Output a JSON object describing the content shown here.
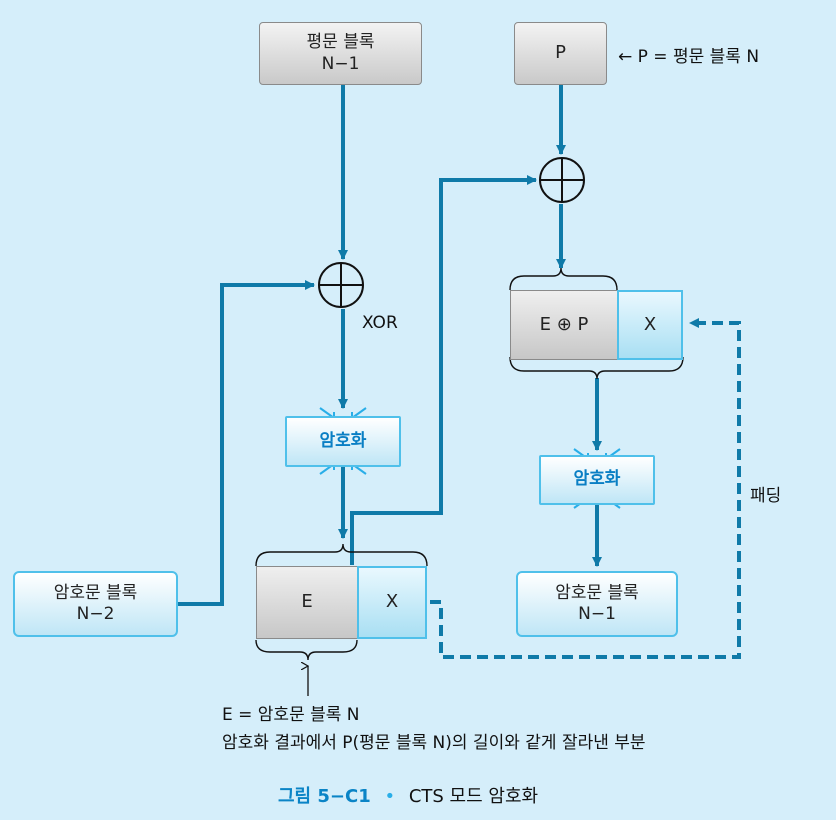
{
  "blocks": {
    "plain_n1": {
      "line1": "평문 블록",
      "line2": "N−1"
    },
    "p": "P",
    "cipher_n2": {
      "line1": "암호문 블록",
      "line2": "N−2"
    },
    "e": "E",
    "x1": "X",
    "exorp": "E ⊕ P",
    "x2": "X",
    "cipher_n1": {
      "line1": "암호문 블록",
      "line2": "N−1"
    }
  },
  "labels": {
    "p_def": "← P = 평문 블록 N",
    "xor": "XOR",
    "encrypt1": "암호화",
    "encrypt2": "암호화",
    "padding": "패딩",
    "e_def": "E = 암호문 블록 N",
    "x_def": "암호화 결과에서 P(평문 블록 N)의 길이와 같게 잘라낸 부분"
  },
  "caption": {
    "label": "그림 5−C1",
    "bullet": "•",
    "text": "CTS 모드 암호화"
  },
  "colors": {
    "background": "#d5eefa",
    "arrow": "#0f7aa8",
    "accent_blue": "#4fc0ea",
    "caption_blue": "#0a84c6"
  }
}
